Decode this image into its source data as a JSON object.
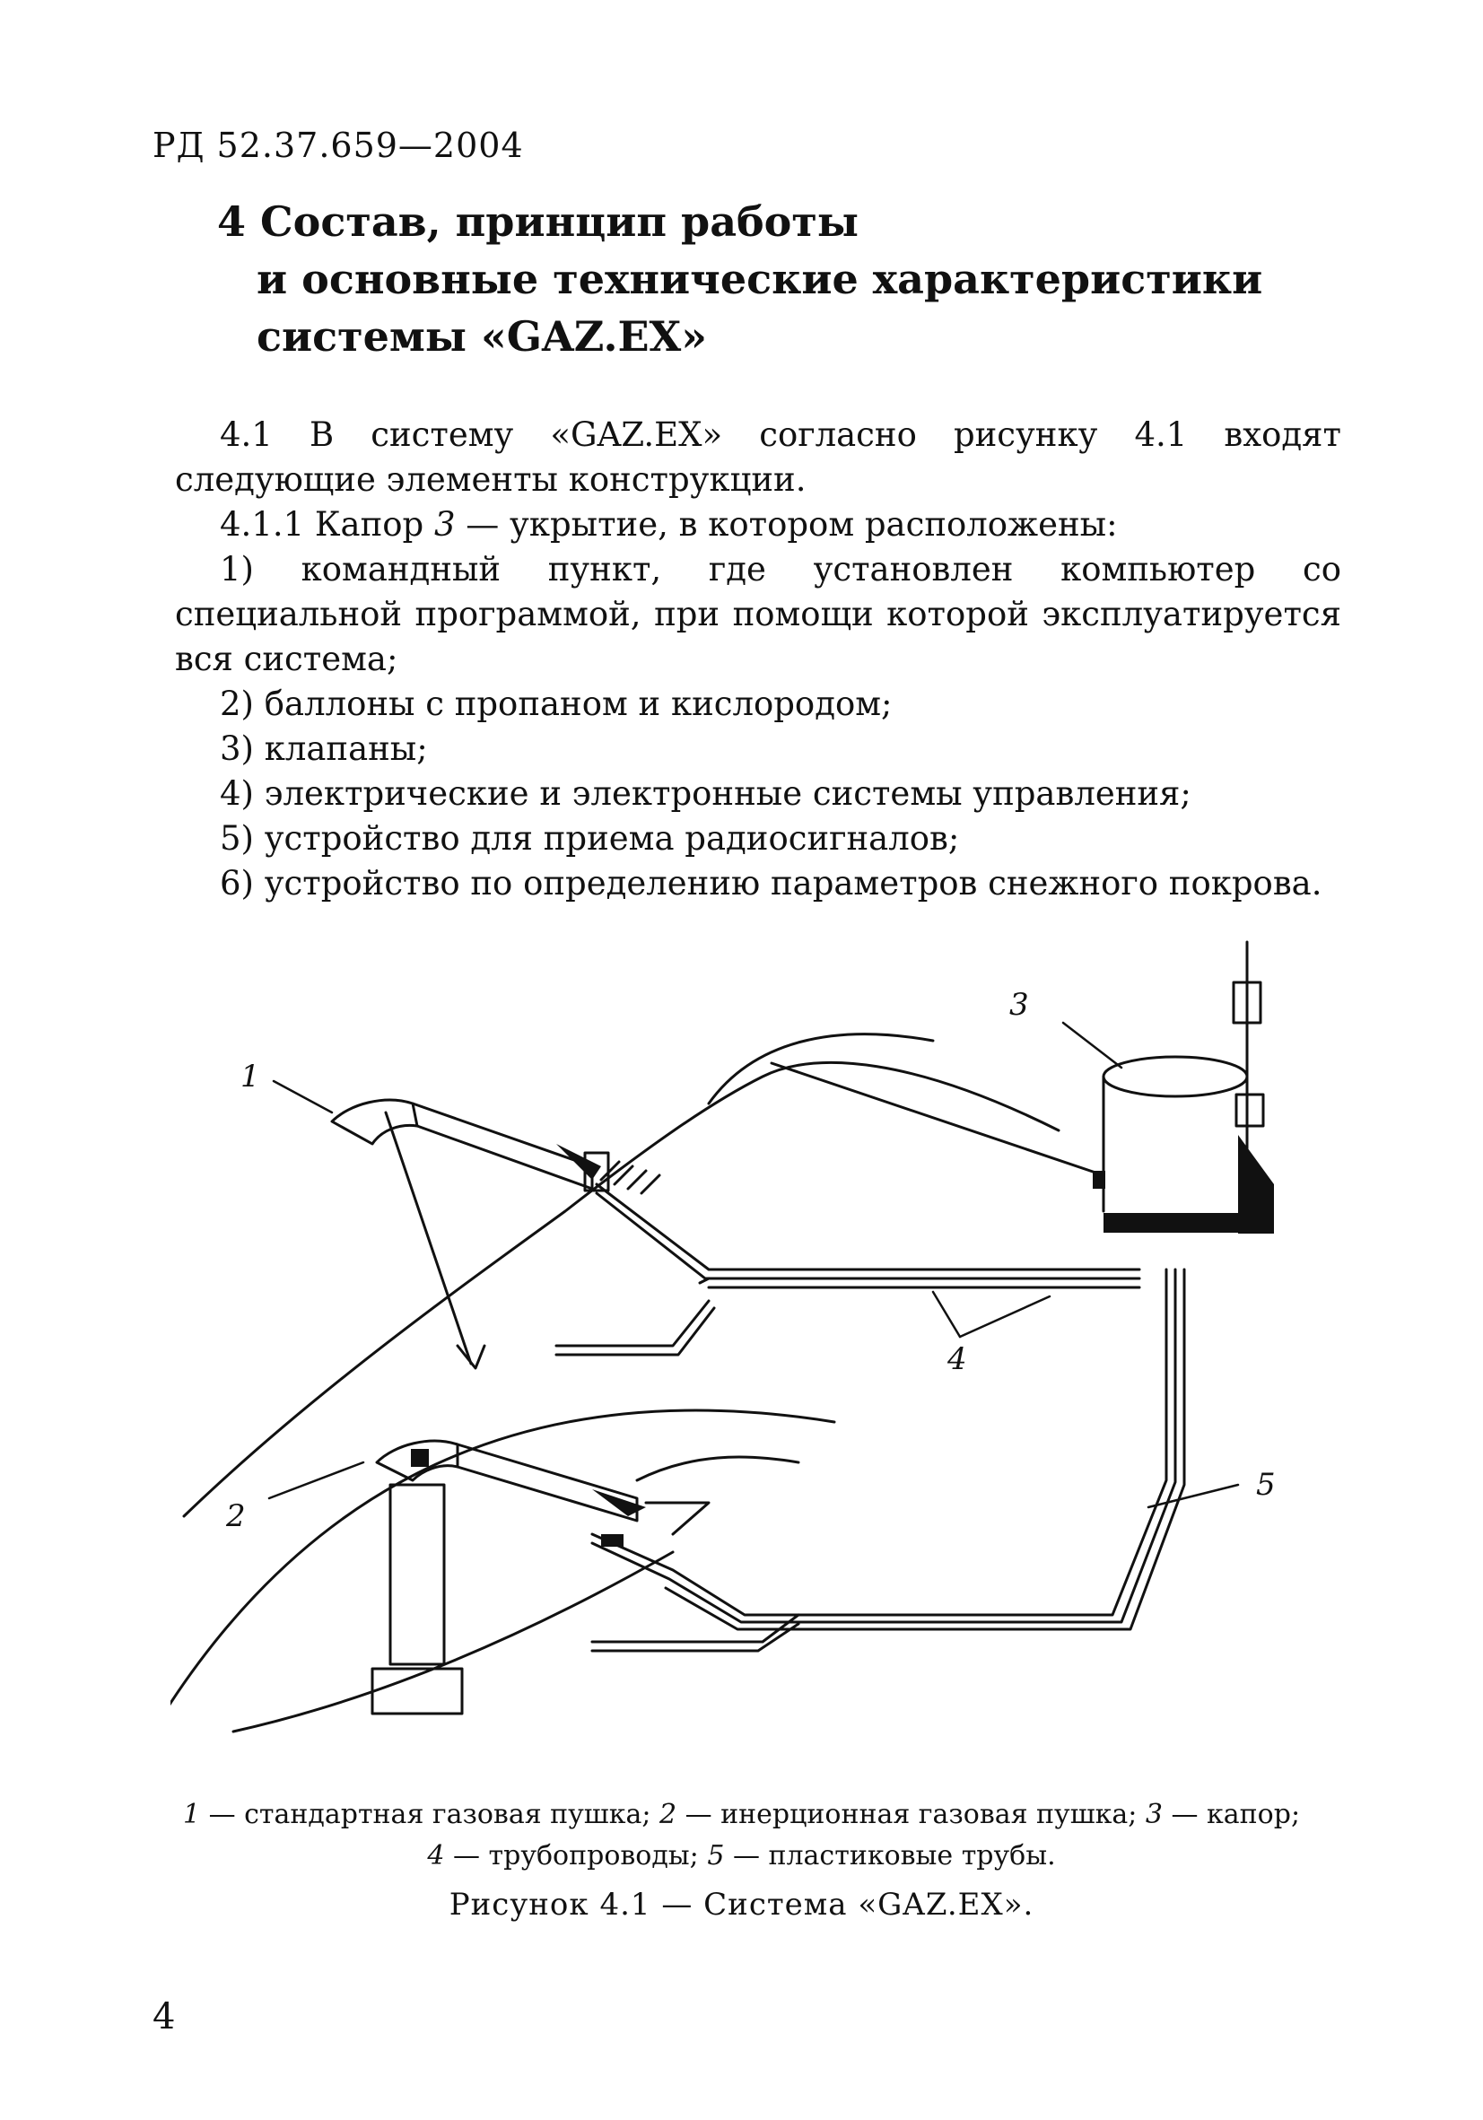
{
  "header": {
    "doc_code": "РД 52.37.659—2004"
  },
  "section": {
    "title_line1": "4 Состав, принцип работы",
    "title_line2": "и основные технические характеристики",
    "title_line3": "системы «GAZ.EX»"
  },
  "paragraphs": {
    "p1": "4.1 В систему «GAZ.EX» согласно рисунку 4.1 входят следующие элементы конструкции.",
    "p2_prefix": "4.1.1 Капор ",
    "p2_num": "3",
    "p2_suffix": " — укрытие, в котором расположены:",
    "items": [
      "1) командный пункт, где установлен компьютер со специальной программой, при помощи которой эксплуатируется вся система;",
      "2) баллоны с пропаном и кислородом;",
      "3) клапаны;",
      "4) электрические и электронные системы управления;",
      "5) устройство для приема радиосигналов;",
      "6) устройство по определению параметров снежного покрова."
    ]
  },
  "figure": {
    "labels": {
      "l1": "1",
      "l2": "2",
      "l3": "3",
      "l4": "4",
      "l5": "5"
    },
    "legend_line1_n1": "1",
    "legend_line1_t1": " — стандартная газовая пушка; ",
    "legend_line1_n2": "2",
    "legend_line1_t2": " — инерционная газовая пушка; ",
    "legend_line1_n3": "3",
    "legend_line1_t3": " — капор;",
    "legend_line2_n4": "4",
    "legend_line2_t4": " — трубопроводы; ",
    "legend_line2_n5": "5",
    "legend_line2_t5": " — пластиковые трубы.",
    "caption": "Рисунок 4.1 — Система «GAZ.EX»."
  },
  "footer": {
    "page_number": "4"
  }
}
